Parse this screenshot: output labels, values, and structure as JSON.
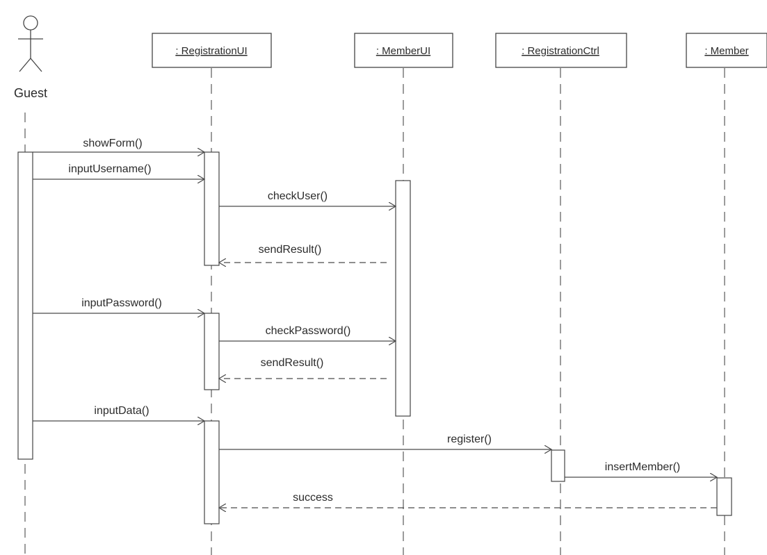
{
  "actor": {
    "name": "Guest"
  },
  "objects": [
    {
      "id": "registrationui",
      "label": ": RegistrationUI"
    },
    {
      "id": "memberui",
      "label": ": MemberUI"
    },
    {
      "id": "registrationctrl",
      "label": ": RegistrationCtrl"
    },
    {
      "id": "member",
      "label": ": Member"
    }
  ],
  "messages": [
    {
      "id": "showform",
      "label": "showForm()",
      "from": "Guest",
      "to": ": RegistrationUI",
      "kind": "call"
    },
    {
      "id": "inputusername",
      "label": "inputUsername()",
      "from": "Guest",
      "to": ": RegistrationUI",
      "kind": "call"
    },
    {
      "id": "checkuser",
      "label": "checkUser()",
      "from": ": RegistrationUI",
      "to": ": MemberUI",
      "kind": "call"
    },
    {
      "id": "sendresult-1",
      "label": "sendResult()",
      "from": ": MemberUI",
      "to": ": RegistrationUI",
      "kind": "return"
    },
    {
      "id": "inputpassword",
      "label": "inputPassword()",
      "from": "Guest",
      "to": ": RegistrationUI",
      "kind": "call"
    },
    {
      "id": "checkpassword",
      "label": "checkPassword()",
      "from": ": RegistrationUI",
      "to": ": MemberUI",
      "kind": "call"
    },
    {
      "id": "sendresult-2",
      "label": "sendResult()",
      "from": ": MemberUI",
      "to": ": RegistrationUI",
      "kind": "return"
    },
    {
      "id": "inputdata",
      "label": "inputData()",
      "from": "Guest",
      "to": ": RegistrationUI",
      "kind": "call"
    },
    {
      "id": "register",
      "label": "register()",
      "from": ": RegistrationUI",
      "to": ": RegistrationCtrl",
      "kind": "call"
    },
    {
      "id": "insertmember",
      "label": "insertMember()",
      "from": ": RegistrationCtrl",
      "to": ": Member",
      "kind": "call"
    },
    {
      "id": "success",
      "label": "success",
      "from": ": Member",
      "to": ": RegistrationUI",
      "kind": "return"
    }
  ],
  "colors": {
    "line": "#4a4a4a",
    "text": "#2b2b2b",
    "box_fill": "#ffffff"
  }
}
